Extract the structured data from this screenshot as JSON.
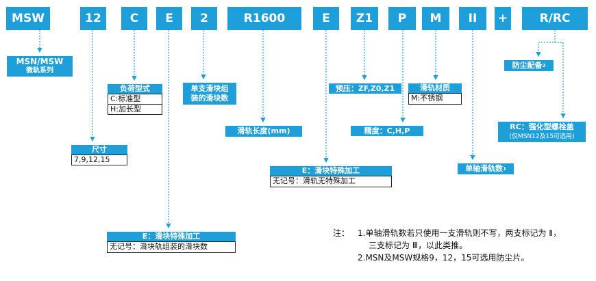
{
  "codes": [
    "MSW",
    "12",
    "C",
    "E",
    "2",
    "R1600",
    "E",
    "Z1",
    "P",
    "M",
    "II",
    "+",
    "R/RC"
  ],
  "labels": {
    "series": {
      "line1": "MSN/MSW",
      "line2": "微轨系列"
    },
    "size": {
      "title": "尺寸",
      "value": "7,9,12,15"
    },
    "load": {
      "title": "负荷型式",
      "values": [
        "C:标准型",
        "H:加长型"
      ]
    },
    "block_special": {
      "title": "E：滑块特殊加工",
      "value": "无记号：滑块轨组装的滑块数"
    },
    "block_count": {
      "line1": "单支滑块组",
      "line2": "装的滑块数"
    },
    "rail_length": "滑轨长度(mm)",
    "rail_special": {
      "title": "E：滑块特殊加工",
      "value": "无记号：滑轨无特殊加工"
    },
    "preload": "预压：ZF,Z0,Z1",
    "accuracy": "精度：C,H,P",
    "rail_material": {
      "title": "滑轨材质",
      "value": "M:不锈钢"
    },
    "rail_count": {
      "text": "单轴滑轨数",
      "sup": "1"
    },
    "dust": {
      "text": "防尘配备",
      "sup": "2"
    },
    "rc": {
      "line1": "RC：强化型螺栓盖",
      "line2": "(仅MSN12及15可选用)"
    }
  },
  "notes": {
    "prefix": "注：",
    "line1": "1.单轴滑轨数若只使用一支滑轨则不写，两支标记为 Ⅱ，",
    "line2": "三支标记为 Ⅲ，以此类推。",
    "line3": "2.MSN及MSW规格9，12，15可选用防尘片。"
  },
  "colors": {
    "box": "#1e9fd9",
    "connector": "#1e9fd9"
  }
}
